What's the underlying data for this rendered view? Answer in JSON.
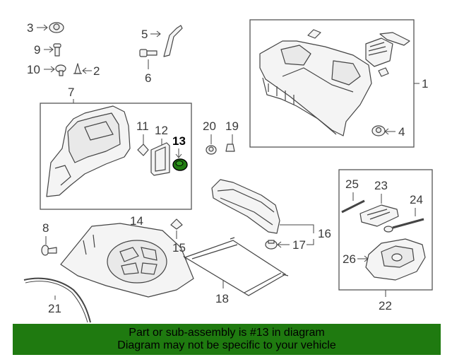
{
  "callouts": {
    "c1": "1",
    "c2": "2",
    "c3": "3",
    "c4": "4",
    "c5": "5",
    "c6": "6",
    "c7": "7",
    "c8": "8",
    "c9": "9",
    "c10": "10",
    "c11": "11",
    "c12": "12",
    "c13": "13",
    "c14": "14",
    "c15": "15",
    "c16": "16",
    "c17": "17",
    "c18": "18",
    "c19": "19",
    "c20": "20",
    "c21": "21",
    "c22": "22",
    "c23": "23",
    "c24": "24",
    "c25": "25",
    "c26": "26"
  },
  "highlight": {
    "part": "13",
    "color": "#1f7a10"
  },
  "banner": {
    "line1": "Part or sub-assembly is #13 in diagram",
    "line2": "Diagram may not be specific to your vehicle",
    "color": "#1f7a10"
  }
}
